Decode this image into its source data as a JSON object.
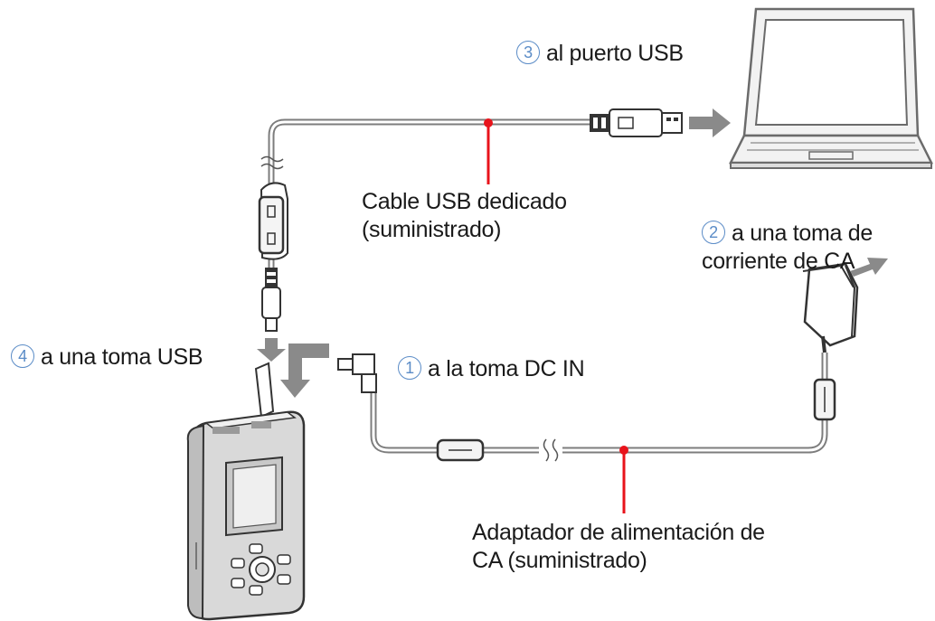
{
  "steps": [
    {
      "number": "1",
      "text": "a la toma DC IN"
    },
    {
      "number": "2",
      "text_line1": "a una toma de",
      "text_line2": "corriente de CA"
    },
    {
      "number": "3",
      "text": "al puerto USB"
    },
    {
      "number": "4",
      "text": "a una toma USB"
    }
  ],
  "callouts": {
    "usb_cable": {
      "line1": "Cable USB dedicado",
      "line2": "(suministrado)"
    },
    "ac_adapter": {
      "line1": "Adaptador de alimentación de",
      "line2": "CA (suministrado)"
    }
  },
  "colors": {
    "step_number": "#5b8cc7",
    "callout_line": "#e8131b",
    "cable": "#8c8c8c",
    "arrow": "#8a8a8a"
  },
  "icons": [
    "laptop-icon",
    "ac-adapter-icon",
    "media-player-icon",
    "usb-plug-icon",
    "dc-plug-icon",
    "ferrite-core-icon"
  ]
}
